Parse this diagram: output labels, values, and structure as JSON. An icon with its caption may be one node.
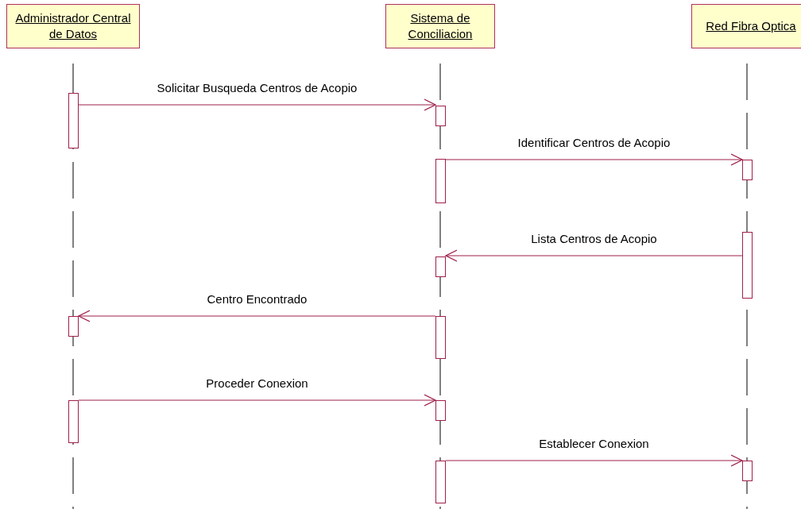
{
  "diagram": {
    "nodes": [
      {
        "text": [
          "Administrador Central de Datos"
        ]
      },
      {
        "text": [
          "Sistema de Conciliacion"
        ]
      },
      {
        "text": [
          "Red Fibra Optica"
        ]
      },
      {
        "text": [],
        "shape": "bar"
      },
      {
        "text": [],
        "shape": "bar"
      },
      {
        "text": [],
        "shape": "bar"
      },
      {
        "text": [],
        "shape": "bar"
      },
      {
        "text": [],
        "shape": "bar"
      },
      {
        "text": [],
        "shape": "bar"
      },
      {
        "text": [],
        "shape": "bar"
      },
      {
        "text": [],
        "shape": "bar"
      },
      {
        "text": [],
        "shape": "bar"
      },
      {
        "text": [],
        "shape": "bar"
      },
      {
        "text": [],
        "shape": "bar"
      },
      {
        "text": [],
        "shape": "bar"
      }
    ],
    "edges": [
      {
        "from": 3,
        "to": 4,
        "arrow": "to",
        "label": "Solicitar Busqueda Centros de Acopio"
      },
      {
        "from": 5,
        "to": 6,
        "arrow": "to",
        "label": "Identificar Centros de Acopio"
      },
      {
        "from": 7,
        "to": 8,
        "arrow": "to",
        "label": "Lista Centros de Acopio"
      },
      {
        "from": 9,
        "to": 10,
        "arrow": "to",
        "label": "Centro Encontrado"
      },
      {
        "from": 11,
        "to": 12,
        "arrow": "to",
        "label": "Proceder Conexion"
      },
      {
        "from": 13,
        "to": 14,
        "arrow": "to",
        "label": "Establecer Conexion"
      }
    ]
  }
}
